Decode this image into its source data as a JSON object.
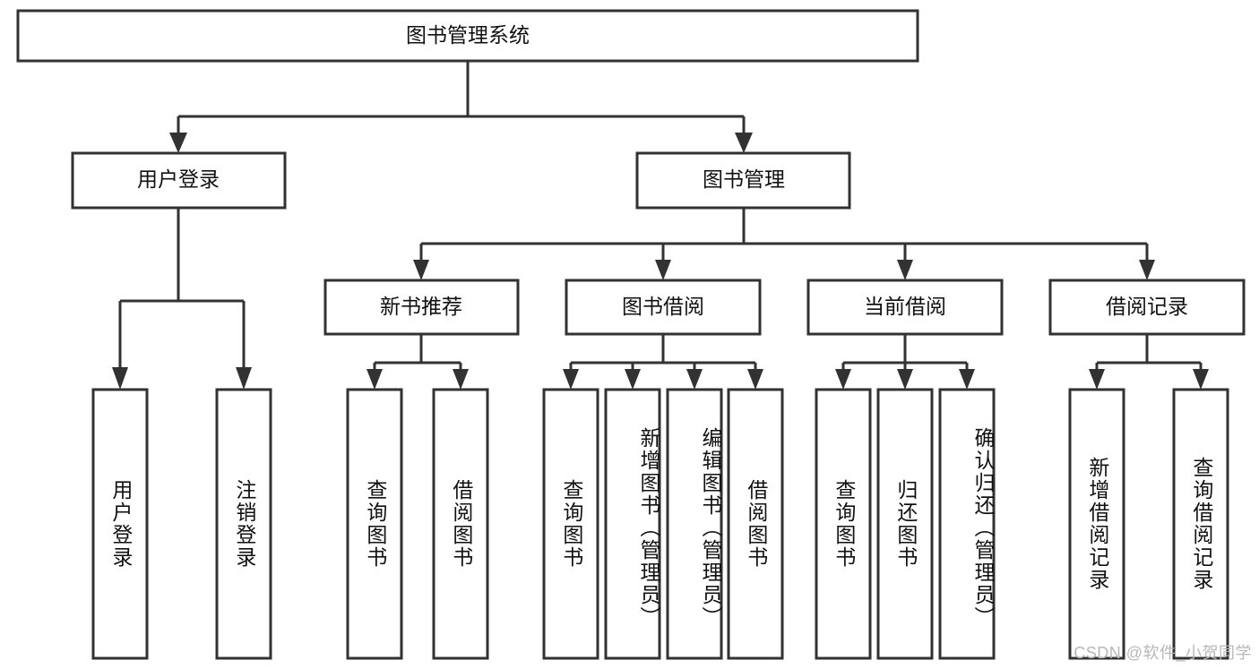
{
  "diagram": {
    "title": "图书管理系统",
    "type": "tree",
    "root": {
      "id": "root",
      "label": "图书管理系统"
    },
    "level2": [
      {
        "id": "user-login",
        "label": "用户登录"
      },
      {
        "id": "book-manage",
        "label": "图书管理"
      }
    ],
    "level3": [
      {
        "id": "new-book-rec",
        "label": "新书推荐"
      },
      {
        "id": "book-borrow",
        "label": "图书借阅"
      },
      {
        "id": "current-borrow",
        "label": "当前借阅"
      },
      {
        "id": "borrow-record",
        "label": "借阅记录"
      }
    ],
    "leaves": {
      "user_login": [
        {
          "id": "leaf-user-login",
          "label": "用户登录"
        },
        {
          "id": "leaf-logout-login",
          "label": "注销登录"
        }
      ],
      "new_book_rec": [
        {
          "id": "leaf-query-book-1",
          "label": "查询图书"
        },
        {
          "id": "leaf-borrow-book-1",
          "label": "借阅图书"
        }
      ],
      "book_borrow": [
        {
          "id": "leaf-query-book-2",
          "label": "查询图书"
        },
        {
          "id": "leaf-add-book",
          "label": "新增图书（管理员）"
        },
        {
          "id": "leaf-edit-book",
          "label": "编辑图书（管理员）"
        },
        {
          "id": "leaf-borrow-book-2",
          "label": "借阅图书"
        }
      ],
      "current_borrow": [
        {
          "id": "leaf-query-book-3",
          "label": "查询图书"
        },
        {
          "id": "leaf-return-book",
          "label": "归还图书"
        },
        {
          "id": "leaf-confirm-return",
          "label": "确认归还（管理员）"
        }
      ],
      "borrow_record": [
        {
          "id": "leaf-add-record",
          "label": "新增借阅记录"
        },
        {
          "id": "leaf-query-record",
          "label": "查询借阅记录"
        }
      ]
    }
  },
  "watermark": {
    "text": "CSDN @软件_小贺同学"
  },
  "colors": {
    "stroke": "#323232",
    "fill": "#ffffff",
    "text": "#111111",
    "watermark": "#b8b8b8"
  }
}
